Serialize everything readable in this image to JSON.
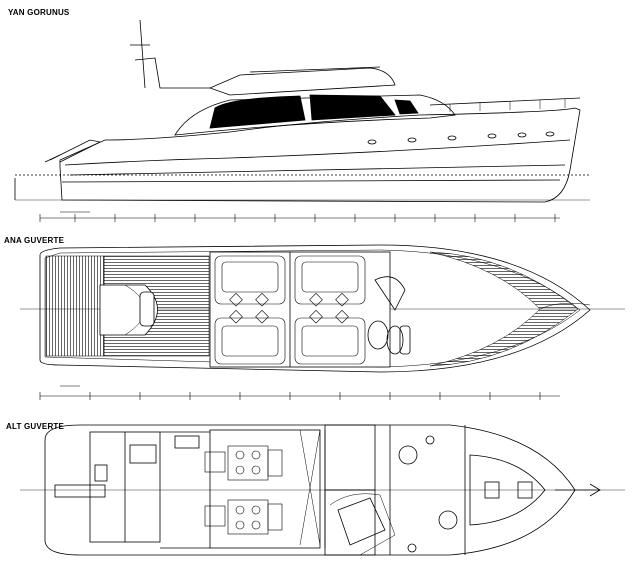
{
  "sections": {
    "side_view": {
      "title": "YAN GORUNUS"
    },
    "main_deck": {
      "title": "ANA GUVERTE"
    },
    "lower_deck": {
      "title": "ALT GUVERTE"
    }
  },
  "colors": {
    "line": "#000000",
    "background": "#ffffff",
    "glass": "#000000"
  }
}
